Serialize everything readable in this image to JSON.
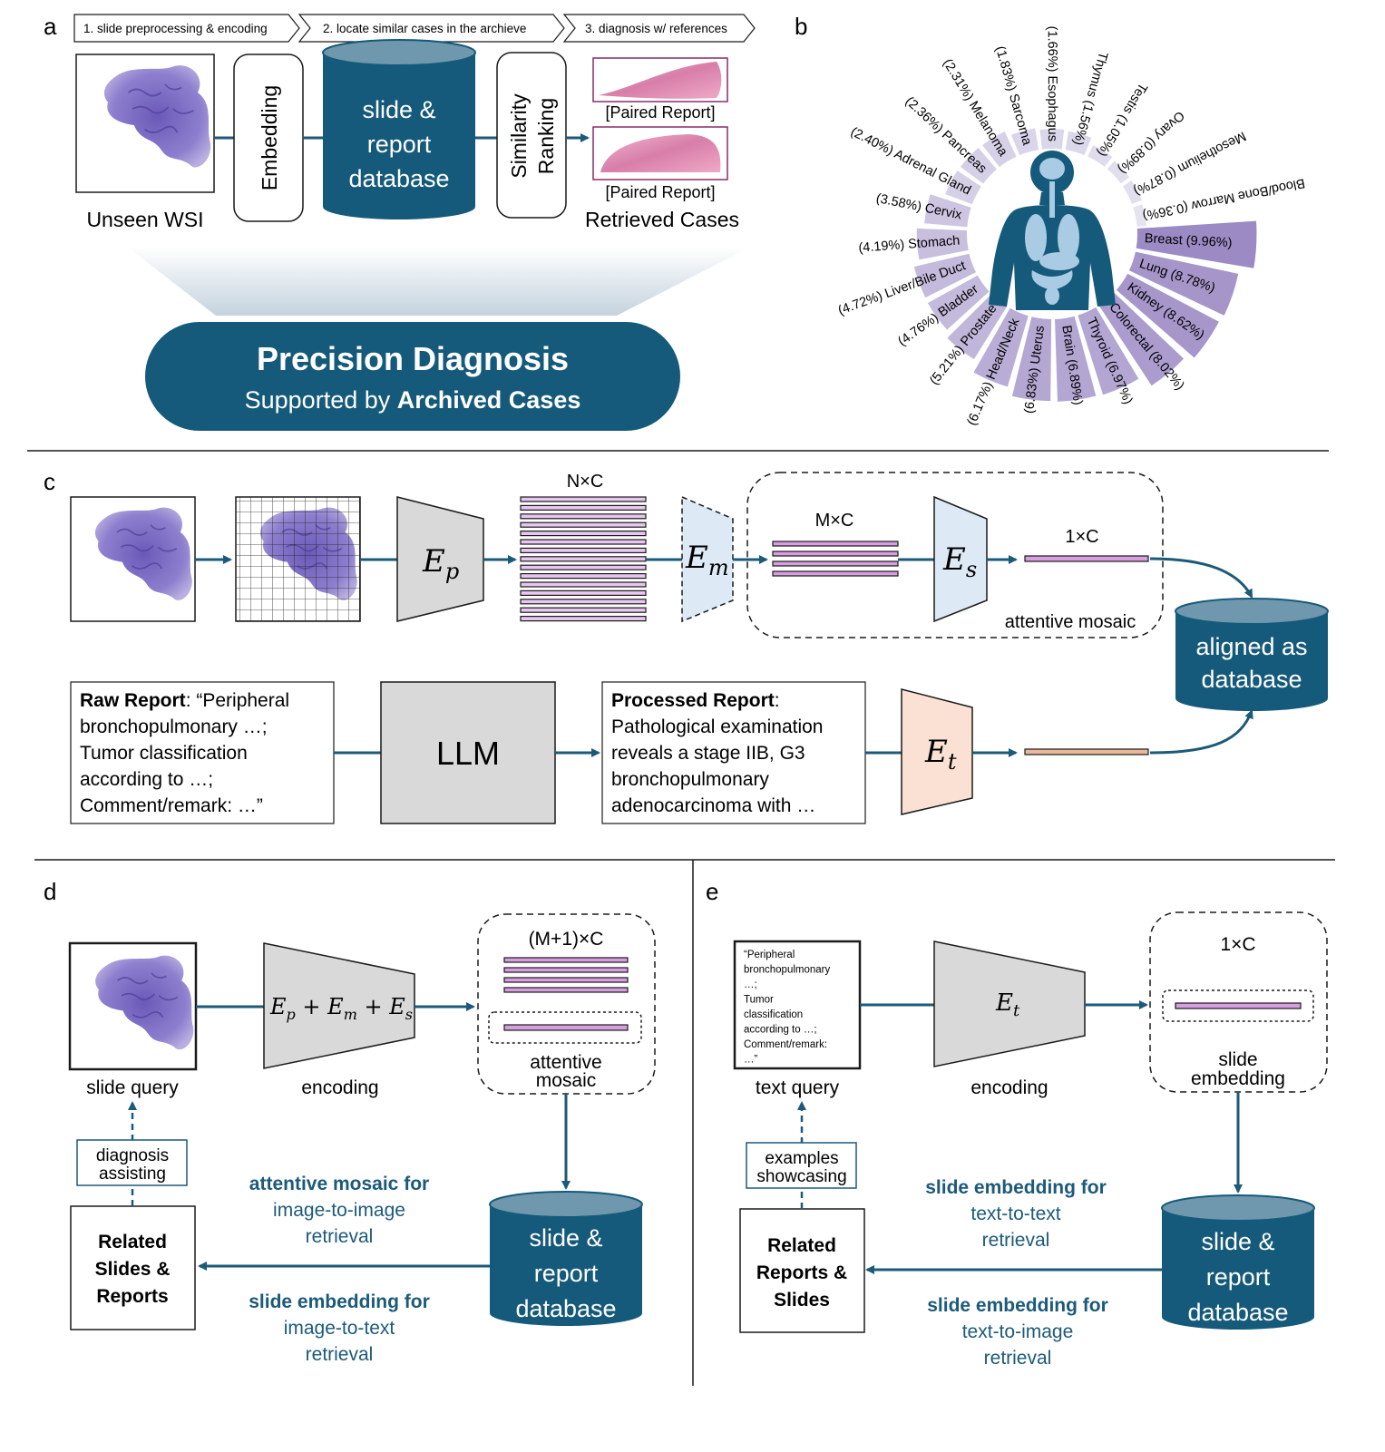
{
  "panels": {
    "a": "a",
    "b": "b",
    "c": "c",
    "d": "d",
    "e": "e"
  },
  "a": {
    "steps": [
      "1. slide preprocessing & encoding",
      "2. locate similar cases in the archieve",
      "3. diagnosis w/ references"
    ],
    "unseen_wsi": "Unseen WSI",
    "embedding": "Embedding",
    "db": [
      "slide &",
      "report",
      "database"
    ],
    "ranking": [
      "Similarity",
      "Ranking"
    ],
    "paired_report": "[Paired Report]",
    "retrieved": "Retrieved Cases",
    "banner_title": "Precision Diagnosis",
    "banner_sub_prefix": "Supported by ",
    "banner_sub_bold": "Archived Cases"
  },
  "b": {
    "colors": {
      "accent": "#1c5a7a",
      "body": "#155a7a",
      "organ": "#a9cbe3",
      "bar_light": "#e8e6f2",
      "bar_dark": "#9c8ac4"
    },
    "chart_data": {
      "type": "radial-bar",
      "labels": [
        "Breast (9.96%)",
        "Lung (8.78%)",
        "Kidney (8.62%)",
        "Colorectal (8.02%)",
        "Thyroid (6.97%)",
        "Brain (6.89%)",
        "(6.83%) Uterus",
        "(6.17%) Head/Neck",
        "(5.21%) Prostate",
        "(4.76%) Bladder",
        "(4.72%) Liver/Bile Duct",
        "(4.19%) Stomach",
        "(3.58%) Cervix",
        "(2.40%) Adrenal Gland",
        "(2.36%) Pancreas",
        "(2.31%) Melanoma",
        "(1.83%) Sarcoma",
        "(1.66%) Esophagus",
        "Thymus (1.56%)",
        "Testis (1.05%)",
        "Ovary (0.89%)",
        "Mesothelium (0.87%)",
        "Blood/Bone Marrow (0.36%)"
      ],
      "values": [
        9.96,
        8.78,
        8.62,
        8.02,
        6.97,
        6.89,
        6.83,
        6.17,
        5.21,
        4.76,
        4.72,
        4.19,
        3.58,
        2.4,
        2.36,
        2.31,
        1.83,
        1.66,
        1.56,
        1.05,
        0.89,
        0.87,
        0.36
      ]
    }
  },
  "c": {
    "nxc": "N×C",
    "mxc": "M×C",
    "onexc": "1×C",
    "attentive_mosaic": "attentive mosaic",
    "aligned": [
      "aligned as",
      "database"
    ],
    "raw_report_bold": "Raw Report",
    "raw_report_lines": [
      ": “Peripheral",
      "bronchopulmonary …;",
      "Tumor classification",
      "according to …;",
      "Comment/remark: …”"
    ],
    "llm": "LLM",
    "processed_bold": "Processed Report",
    "processed_lines": [
      ":",
      "Pathological examination",
      "reveals a stage IIB, G3",
      "bronchopulmonary",
      "adenocarcinoma with …"
    ]
  },
  "d": {
    "slide_query": "slide query",
    "encoding": "encoding",
    "mplus": "(M+1)×C",
    "attentive": [
      "attentive",
      "mosaic"
    ],
    "diag": [
      "diagnosis",
      "assisting"
    ],
    "related": [
      "Related",
      "Slides &",
      "Reports"
    ],
    "db": [
      "slide &",
      "report",
      "database"
    ],
    "top_bold": "attentive mosaic for",
    "top_lines": [
      "image-to-image",
      "retrieval"
    ],
    "bot_bold": "slide embedding for",
    "bot_lines": [
      "image-to-text",
      "retrieval"
    ]
  },
  "e": {
    "query_lines": [
      "“Peripheral",
      "bronchopulmonary",
      "…;",
      "Tumor",
      "classification",
      "according to …;",
      "Comment/remark:",
      "…”"
    ],
    "text_query": "text query",
    "encoding": "encoding",
    "onexc": "1×C",
    "slide_emb": [
      "slide",
      "embedding"
    ],
    "examples": [
      "examples",
      "showcasing"
    ],
    "related": [
      "Related",
      "Reports &",
      "Slides"
    ],
    "db": [
      "slide &",
      "report",
      "database"
    ],
    "top_bold": "slide embedding for",
    "top_lines": [
      "text-to-text",
      "retrieval"
    ],
    "bot_bold": "slide embedding for",
    "bot_lines": [
      "text-to-image",
      "retrieval"
    ]
  }
}
